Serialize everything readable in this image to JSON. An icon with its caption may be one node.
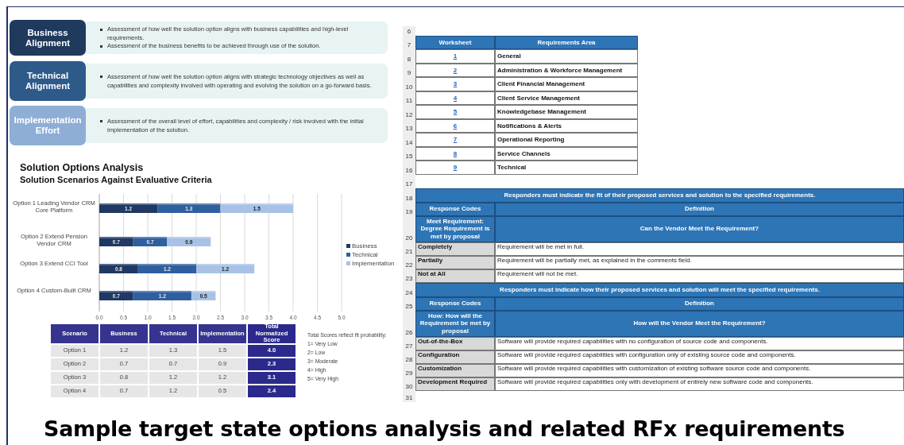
{
  "diagram": {
    "caption": "Sample target state options analysis and related RFx requirements",
    "nodes": [
      {
        "text": [
          "Business Alignment"
        ]
      },
      {
        "text": [
          "Assessment of how well the solution option aligns with business capabilities and high-level requirements.",
          "Assessment of the business benefits to be achieved through use of the solution."
        ]
      },
      {
        "text": [
          "Technical Alignment"
        ]
      },
      {
        "text": [
          "Assessment of how well the solution option aligns with strategic technology objectives as well as capabilities and complexity involved with operating and evolving the solution on a go-forward basis."
        ]
      },
      {
        "text": [
          "Implementation Effort"
        ]
      },
      {
        "text": [
          "Assessment of the overall level of effort, capabilities and complexity / risk involved with the initial implementation of the solution."
        ]
      }
    ],
    "edges": [],
    "labels": [
      "Solution Options Analysis",
      "Solution Scenarios Against Evaluative Criteria",
      "Scenario",
      "Business",
      "Technical",
      "Implementation",
      "Total Normalized Score",
      "Option 1",
      "1.2",
      "1.3",
      "1.5",
      "4.0",
      "Option 2",
      "0.7",
      "0.7",
      "0.9",
      "2.3",
      "Option 3",
      "0.8",
      "1.2",
      "1.2",
      "3.1",
      "Option 4",
      "0.7",
      "1.2",
      "0.5",
      "2.4",
      "Total Scores reflect fit probability:",
      "1= Very Low",
      "2= Low",
      "3= Moderate",
      "4= High",
      "5= Very High",
      "6",
      "7",
      "Worksheet",
      "Requirements Area",
      "8",
      "1",
      "General",
      "9",
      "2",
      "Administration & Workforce Management",
      "10",
      "3",
      "Client Financial Management",
      "11",
      "4",
      "Client Service Management",
      "12",
      "5",
      "Knowledgebase Management",
      "13",
      "6",
      "Notifications & Alerts",
      "14",
      "7",
      "Operational Reporting",
      "15",
      "8",
      "Service Channels",
      "16",
      "9",
      "Technical",
      "17",
      "18",
      "Responders must indicate the fit of their proposed services and solution to the specified requirements.",
      "19",
      "Response Codes",
      "Definition",
      "20",
      "Meet Requirement: Degree Requirement is met by proposal",
      "Can the Vendor Meet the Requirement?",
      "21",
      "Completely",
      "Requirement will be met in full.",
      "22",
      "Partially",
      "Requirement will be partially met, as explained in the comments field.",
      "23",
      "Not at All",
      "Requirement will not be met.",
      "24",
      "Responders must indicate how their proposed services and solution will meet the specified requirements.",
      "25",
      "Response Codes",
      "Definition",
      "26",
      "How:  How will the Requirement be met by proposal",
      "How will the Vendor Meet the Requirement?",
      "27",
      "Out-of-the-Box",
      "Software will provide required capabilities with no configuration of source code and components.",
      "28",
      "Configuration",
      "Software will provide required capabilities with configuration only of existing source code and components.",
      "29",
      "Customization",
      "Software will provide required capabilities with customization of existing software source code and components.",
      "30",
      "Development Required",
      "Software will provide required capabilities only with development of entirely new software code and components.",
      "31"
    ],
    "chart_data": {
      "type": "bar",
      "orientation": "horizontal",
      "stacked": true,
      "data_labels": true,
      "categories": [
        "Option 1 Leading Vendor CRM Core Platform",
        "Option 2 Extend Pension Vendor CRM",
        "Option 3 Extend CCI Tool",
        "Option 4 Custom-Built CRM"
      ],
      "series": [
        {
          "name": "Business",
          "color": "#1f3864",
          "values": [
            1.2,
            0.7,
            0.8,
            0.7
          ]
        },
        {
          "name": "Technical",
          "color": "#2f5f9e",
          "values": [
            1.3,
            0.7,
            1.2,
            1.2
          ]
        },
        {
          "name": "Implementation",
          "color": "#a7c2e5",
          "values": [
            1.5,
            0.9,
            1.2,
            0.5
          ]
        }
      ],
      "xlim": [
        0,
        5
      ],
      "grid": true,
      "legend": "right",
      "xticks": [
        {
          "value": 0,
          "label": "0.0"
        },
        {
          "value": 0.5,
          "label": "0.5"
        },
        {
          "value": 1,
          "label": "1.0"
        },
        {
          "value": 1.5,
          "label": "1.5"
        },
        {
          "value": 2,
          "label": "2.0"
        },
        {
          "value": 2.5,
          "label": "2.5"
        },
        {
          "value": 3,
          "label": "3.0"
        },
        {
          "value": 3.5,
          "label": "3.5"
        },
        {
          "value": 4,
          "label": "4.0"
        },
        {
          "value": 4.5,
          "label": "4.5"
        },
        {
          "value": 5,
          "label": "5.0"
        }
      ]
    }
  }
}
